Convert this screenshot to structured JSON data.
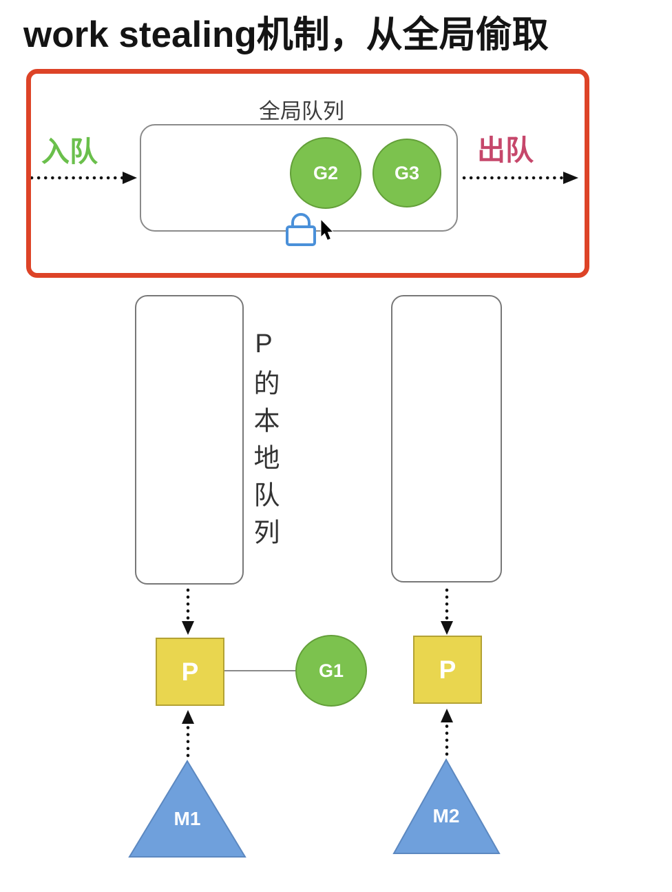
{
  "title": "work stealing机制，从全局偷取",
  "global_section": {
    "queue_label": "全局队列",
    "enqueue_label": "入队",
    "dequeue_label": "出队",
    "goroutines": [
      {
        "label": "G2"
      },
      {
        "label": "G3"
      }
    ],
    "lock_icon": "lock-icon",
    "cursor_icon": "mouse-cursor-icon"
  },
  "local_section": {
    "vertical_label": "P的本地队列",
    "left_processor": {
      "label": "P"
    },
    "right_processor": {
      "label": "P"
    },
    "running_goroutine": {
      "label": "G1"
    }
  },
  "machines": {
    "m1": {
      "label": "M1"
    },
    "m2": {
      "label": "M2"
    }
  },
  "colors": {
    "goroutine_green": "#7cc24e",
    "processor_yellow": "#e9d64f",
    "machine_blue": "#6fa0dc",
    "highlight_red": "#dd4327",
    "enqueue_green": "#6abf4b",
    "dequeue_red": "#c6476b",
    "lock_blue": "#4a90d9"
  }
}
